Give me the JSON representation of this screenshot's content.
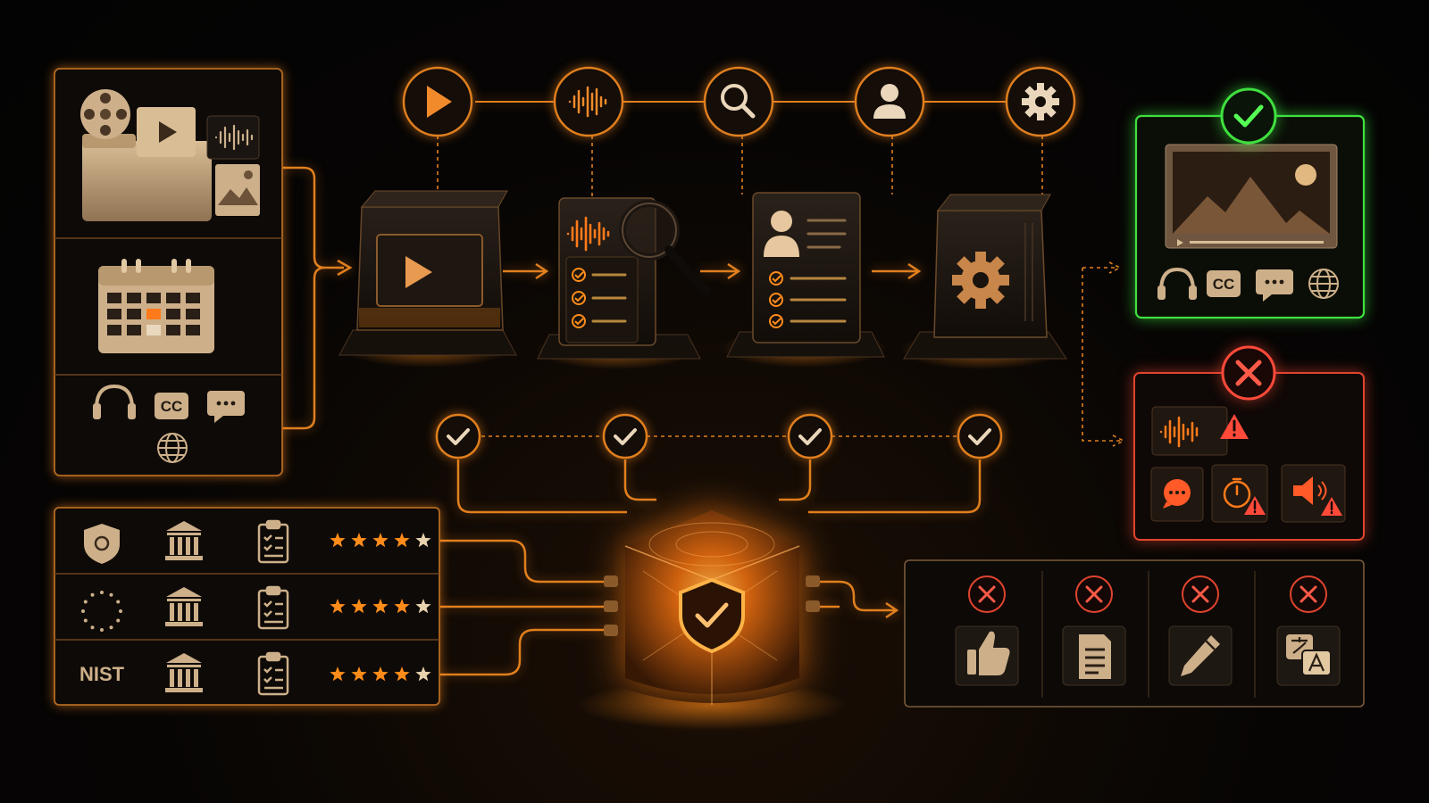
{
  "colors": {
    "accent": "#ff8c1a",
    "accent_soft": "#c9781f",
    "success": "#3fe03f",
    "error": "#ff4a3a",
    "tan": "#cdb08a",
    "panel_bg": "#0e0a07"
  },
  "inputs_panel": {
    "media_icons": [
      "film-reel-icon",
      "play-icon",
      "folder-icon",
      "audio-wave-icon",
      "image-icon"
    ],
    "schedule_icon": "calendar-icon",
    "accessibility_icons": [
      "headphones-icon",
      "closed-captions-icon",
      "chat-bubble-icon",
      "globe-icon"
    ],
    "cc_label": "CC"
  },
  "pipeline": {
    "step_icons": [
      "play-icon",
      "audio-wave-icon",
      "search-icon",
      "user-icon",
      "gear-icon"
    ],
    "stages": [
      "video-stage",
      "audio-review-stage",
      "profile-review-stage",
      "processing-stage"
    ]
  },
  "checkpoints": [
    "check-icon",
    "check-icon",
    "check-icon",
    "check-icon"
  ],
  "standards": {
    "rows": [
      {
        "badge": "shield-badge-icon",
        "label": "",
        "rating": 5
      },
      {
        "badge": "eu-stars-icon",
        "label": "",
        "rating": 5
      },
      {
        "badge": "nist-logo",
        "label": "NIST",
        "rating": 5
      }
    ]
  },
  "success_output": {
    "status_icon": "check-circle-icon",
    "icons": [
      "headphones-icon",
      "closed-captions-icon",
      "chat-bubble-icon",
      "globe-icon"
    ],
    "cc_label": "CC"
  },
  "failure_output": {
    "status_icon": "x-circle-icon",
    "icons": [
      "audio-warning-icon",
      "chat-bubble-icon",
      "timer-warning-icon",
      "speaker-warning-icon"
    ]
  },
  "rejected_actions": {
    "items": [
      "thumbs-up-icon",
      "document-icon",
      "pencil-icon",
      "translate-icon"
    ]
  }
}
